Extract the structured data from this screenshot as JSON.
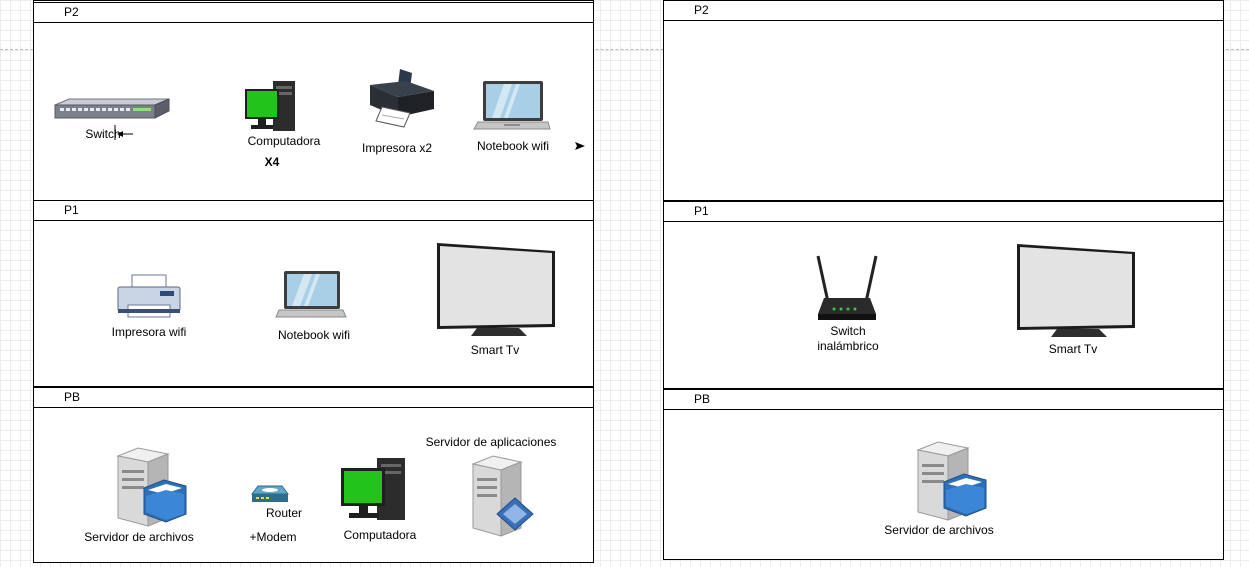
{
  "building_left": {
    "p2": {
      "name": "P2",
      "switch": "Switch",
      "computer": "Computadora",
      "computer_count": "X4",
      "printer": "Impresora x2",
      "notebook": "Notebook wifi"
    },
    "p1": {
      "name": "P1",
      "printer": "Impresora wifi",
      "notebook": "Notebook wifi",
      "tv": "Smart Tv"
    },
    "pb": {
      "name": "PB",
      "file_server": "Servidor de archivos",
      "router": "Router",
      "modem": "+Modem",
      "computer": "Computadora",
      "app_server": "Servidor de aplicaciones"
    }
  },
  "building_right": {
    "p2": {
      "name": "P2"
    },
    "p1": {
      "name": "P1",
      "wireless_switch_line1": "Switch",
      "wireless_switch_line2": "inalámbrico",
      "tv": "Smart Tv"
    },
    "pb": {
      "name": "PB",
      "file_server": "Servidor de archivos"
    }
  },
  "colors": {
    "screen_green": "#22c41a",
    "device_dark": "#2c2c2c",
    "tv_screen": "#e3e3e3",
    "server_gray": "#d9d9d9",
    "folder_blue": "#2f6fb6"
  }
}
